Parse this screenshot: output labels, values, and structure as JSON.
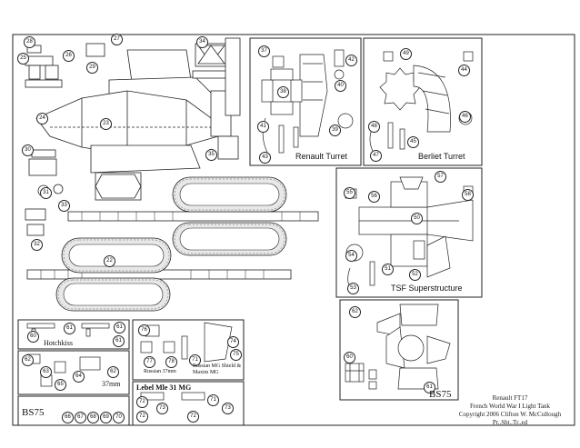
{
  "sheet": {
    "sections": {
      "renault_turret": "Renault Turret",
      "berliet_turret": "Berliet Turret",
      "tsf_superstructure": "TSF Superstructure",
      "bs75_right": "BS75",
      "hotchkiss": "Hotchkiss",
      "russian_37mm": "Russian 37mm",
      "russian_mg_shield": "Russian MG Shield & Maxim MG",
      "mm37": "37mm",
      "bs75_left": "BS75",
      "lebel": "Lebel Mle 31 MG"
    },
    "footer": {
      "line1": "Renault FT17",
      "line2": "French World War I Light Tank",
      "line3": "Copyright 2006 Clifton W. McCullough",
      "line4": "Pr..Sht..Tr..ed"
    },
    "part_numbers": {
      "n29": "29",
      "n27": "27",
      "n28": "28",
      "n26": "26",
      "n25": "25",
      "n34": "34",
      "n24": "24",
      "n23": "23",
      "n30": "30",
      "n31": "31",
      "n33": "33",
      "n32": "32",
      "n22": "22",
      "n35": "35",
      "n37": "37",
      "n38": "38",
      "n39": "39",
      "n41": "41",
      "n42": "42",
      "n40": "40",
      "n43": "43",
      "n44": "44",
      "n45": "45",
      "n46": "46",
      "n47": "47",
      "n48": "48",
      "n49": "49",
      "n50": "50",
      "n51": "51",
      "n52": "52",
      "n53": "53",
      "n54": "54",
      "n55": "55",
      "n56": "56",
      "n57": "57",
      "n58": "58",
      "n60": "60",
      "n61": "61",
      "n62": "62",
      "n63": "63",
      "n64": "64",
      "n65": "65",
      "n66": "66",
      "n67": "67",
      "n68": "68",
      "n69": "69",
      "n70": "70",
      "n71": "71",
      "n72": "72",
      "n73": "73",
      "n74": "74",
      "n75": "75",
      "n76": "76",
      "n77": "77",
      "n78": "78"
    }
  }
}
